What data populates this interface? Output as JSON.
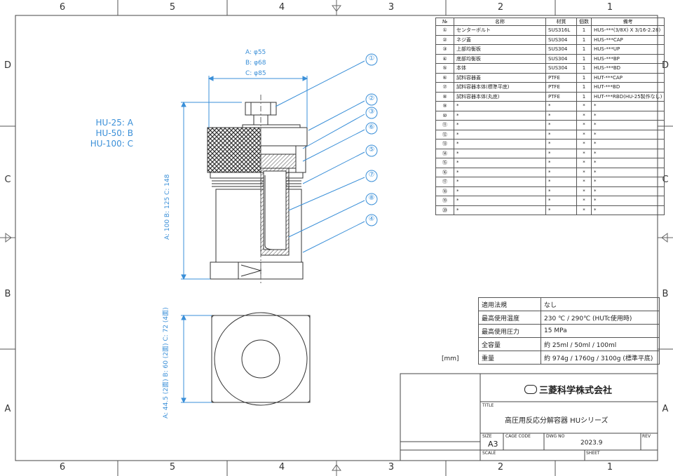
{
  "grid": {
    "columns": [
      "6",
      "5",
      "4",
      "3",
      "2",
      "1"
    ],
    "rows": [
      "D",
      "C",
      "B",
      "A"
    ]
  },
  "unit_label": "[mm]",
  "series_legend": [
    "HU-25: A",
    "HU-50: B",
    "HU-100: C"
  ],
  "dims": {
    "diameters": [
      "A: φ55",
      "B: φ68",
      "C: φ85"
    ],
    "heights": "A: 100  B: 125  C: 148",
    "bottom": "A: 44.5 (2面)  B: 60 (2面)  C: 72 (4面)"
  },
  "balloons": [
    "①",
    "②",
    "③",
    "⑥",
    "⑤",
    "⑦",
    "⑧",
    "④"
  ],
  "parts_table": {
    "headers": [
      "№",
      "名称",
      "材質",
      "個数",
      "備考"
    ],
    "rows": [
      [
        "①",
        "センターボルト",
        "SUS316L",
        "1",
        "HUS-***(3/8X) X 3/16-2.28)"
      ],
      [
        "②",
        "ネジ蓋",
        "SUS304",
        "1",
        "HUS-***CAP"
      ],
      [
        "③",
        "上部均衡板",
        "SUS304",
        "1",
        "HUS-***UP"
      ],
      [
        "④",
        "底部均衡板",
        "SUS304",
        "1",
        "HUS-***BP"
      ],
      [
        "⑤",
        "本体",
        "SUS304",
        "1",
        "HUS-***BD"
      ],
      [
        "⑥",
        "試料容器蓋",
        "PTFE",
        "1",
        "HUT-***CAP"
      ],
      [
        "⑦",
        "試料容器本体(標準平底)",
        "PTFE",
        "1",
        "HUT-***BD"
      ],
      [
        "⑧",
        "試料容器本体(丸底)",
        "PTFE",
        "1",
        "HUT-***RBD(HU-25製作なし)"
      ],
      [
        "⑨",
        "*",
        "*",
        "*",
        "*"
      ],
      [
        "⑩",
        "*",
        "*",
        "*",
        "*"
      ],
      [
        "⑪",
        "*",
        "*",
        "*",
        "*"
      ],
      [
        "⑫",
        "*",
        "*",
        "*",
        "*"
      ],
      [
        "⑬",
        "*",
        "*",
        "*",
        "*"
      ],
      [
        "⑭",
        "*",
        "*",
        "*",
        "*"
      ],
      [
        "⑮",
        "*",
        "*",
        "*",
        "*"
      ],
      [
        "⑯",
        "*",
        "*",
        "*",
        "*"
      ],
      [
        "⑰",
        "*",
        "*",
        "*",
        "*"
      ],
      [
        "⑱",
        "*",
        "*",
        "*",
        "*"
      ],
      [
        "⑲",
        "*",
        "*",
        "*",
        "*"
      ],
      [
        "⑳",
        "*",
        "*",
        "*",
        "*"
      ]
    ]
  },
  "spec_table": [
    [
      "適用法規",
      "なし"
    ],
    [
      "最高使用温度",
      "230 ℃ / 290℃ (HUTc使用時)"
    ],
    [
      "最高使用圧力",
      "15 MPa"
    ],
    [
      "全容量",
      "約 25ml / 50ml / 100ml"
    ],
    [
      "重量",
      "約 974g / 1760g / 3100g (標準平底)"
    ]
  ],
  "title_block": {
    "company": "三菱科学株式会社",
    "title_label": "TITLE",
    "title": "高圧用反応分解容器 HUシリーズ",
    "size_label": "SIZE",
    "size": "A3",
    "cage_label": "CAGE CODE",
    "dwg_label": "DWG NO",
    "dwg": "2023.9",
    "rev_label": "REV",
    "scale_label": "SCALE",
    "sheet_label": "SHEET"
  },
  "colors": {
    "dim": "#3a8fd8",
    "line": "#333333",
    "hatch": "#444444"
  }
}
